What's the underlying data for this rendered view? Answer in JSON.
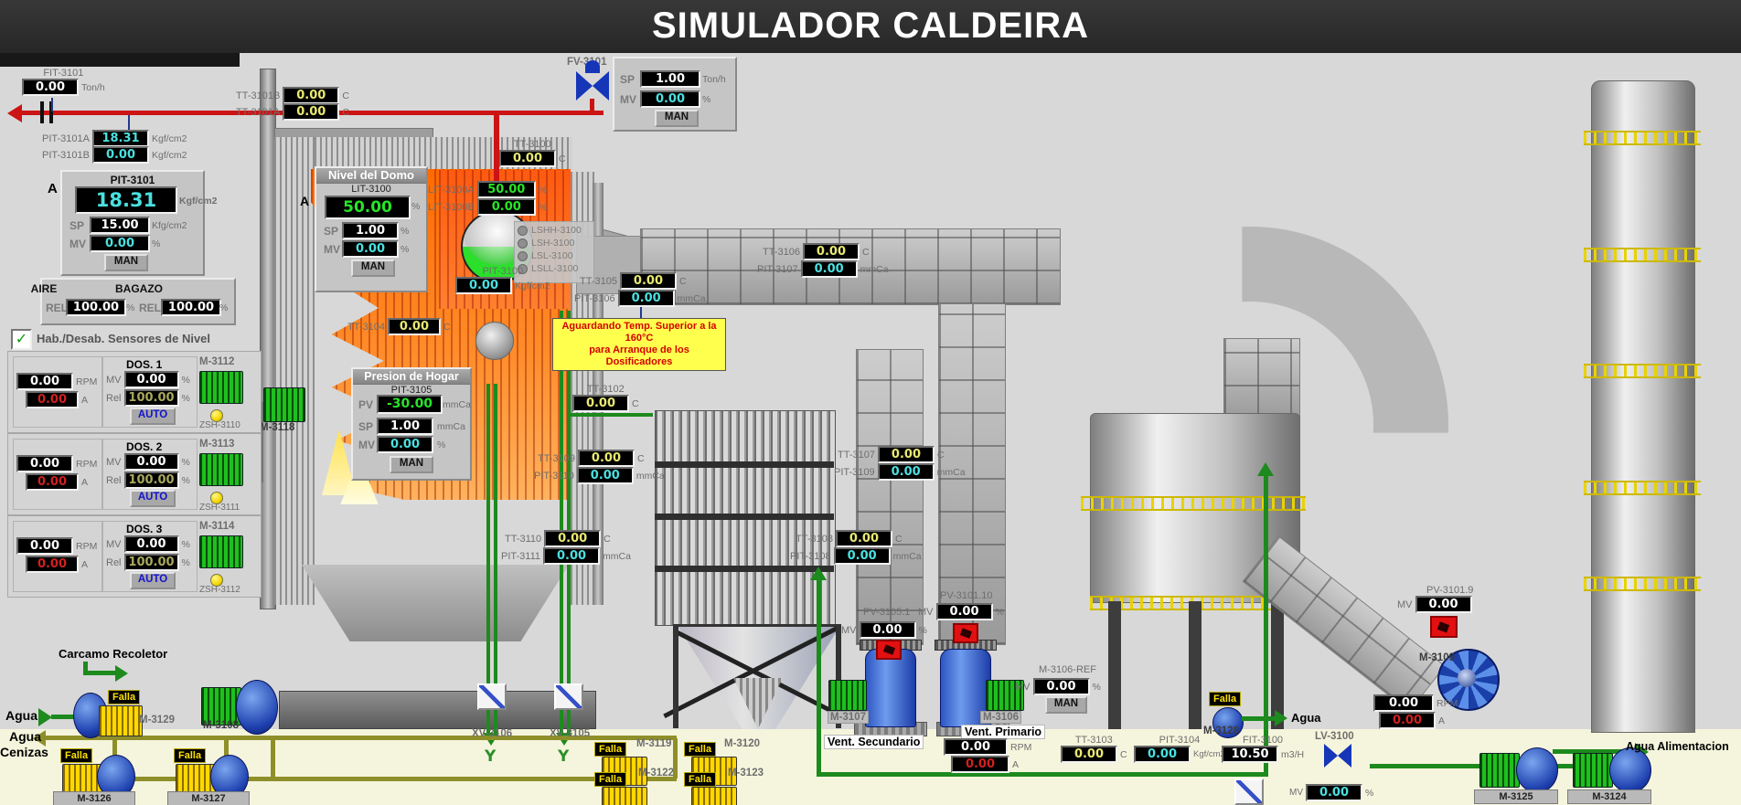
{
  "title": "SIMULADOR CALDEIRA",
  "colors": {
    "cyan_value": "#4ae0e0",
    "yellow_value": "#e9e973",
    "green_value": "#28e428",
    "red_value": "#d02020",
    "white_value": "#ffffff",
    "olive_value": "#a8a85c",
    "warning_bg": "#ffff4e",
    "warning_text": "#d40000",
    "pipe_green": "#1d8a1d",
    "pipe_red": "#cc1414",
    "pipe_olive": "#8f8f2a"
  },
  "btn": {
    "man": "MAN",
    "auto": "AUTO"
  },
  "m": {
    "fit3101": {
      "l": "FIT-3101",
      "v": "0.00",
      "u": "Ton/h"
    },
    "pit3101a": {
      "l": "PIT-3101A",
      "v": "18.31",
      "u": "Kgf/cm2"
    },
    "pit3101b": {
      "l": "PIT-3101B",
      "v": "0.00",
      "u": "Kgf/cm2"
    },
    "tt3101b": {
      "l": "TT-3101B",
      "v": "0.00",
      "u": "C"
    },
    "tt3101a": {
      "l": "TT-3101A",
      "v": "0.00",
      "u": "C"
    },
    "tt3100": {
      "l": "TT-3100",
      "v": "0.00",
      "u": "C"
    },
    "lit3100a": {
      "l": "LIT-3100A",
      "v": "50.00",
      "u": "%"
    },
    "lit3100b": {
      "l": "LIT-3100B",
      "v": "0.00",
      "u": "%"
    },
    "pit3100": {
      "l": "PIT-3100",
      "v": "0.00",
      "u": "Kgf/cm2"
    },
    "tt3104": {
      "l": "TT-3104",
      "v": "0.00",
      "u": "C"
    },
    "tt3105": {
      "l": "TT-3105",
      "v": "0.00",
      "u": "C"
    },
    "pit3106": {
      "l": "PIT-3106",
      "v": "0.00",
      "u": "mmCa"
    },
    "tt3106": {
      "l": "TT-3106",
      "v": "0.00",
      "u": "C"
    },
    "pit3107": {
      "l": "PIT-3107",
      "v": "0.00",
      "u": "mmCa"
    },
    "tt3102": {
      "l": "TT-3102",
      "v": "0.00",
      "u": "C"
    },
    "tt3109": {
      "l": "TT-3109",
      "v": "0.00",
      "u": "C"
    },
    "pit3110": {
      "l": "PIT-3110",
      "v": "0.00",
      "u": "mmCa"
    },
    "tt3110": {
      "l": "TT-3110",
      "v": "0.00",
      "u": "C"
    },
    "pit3111": {
      "l": "PIT-3111",
      "v": "0.00",
      "u": "mmCa"
    },
    "tt3107": {
      "l": "TT-3107",
      "v": "0.00",
      "u": "C"
    },
    "pit3109": {
      "l": "PIT-3109",
      "v": "0.00",
      "u": "mmCa"
    },
    "tt3108": {
      "l": "TT-3108",
      "v": "0.00",
      "u": "C"
    },
    "pit3108": {
      "l": "PIT-3108",
      "v": "0.00",
      "u": "mmCa"
    },
    "tt3103": {
      "l": "TT-3103",
      "v": "0.00",
      "u": "C"
    },
    "pit3104": {
      "l": "PIT-3104",
      "v": "0.00",
      "u": "Kgf/cm2"
    },
    "fit3100": {
      "l": "FIT-3100",
      "v": "10.50",
      "u": "m3/H"
    },
    "lv3100mv": {
      "l": "MV",
      "v": "0.00",
      "u": "%"
    },
    "pv3105_1": {
      "l": "PV-3105.1",
      "mv": "MV",
      "v": "0.00",
      "u": "%"
    },
    "pv3101_10": {
      "l": "PV-3101.10",
      "mv": "MV",
      "v": "0.00",
      "u": "%"
    },
    "pv3101_9": {
      "l": "PV-3101.9",
      "mv": "MV",
      "v": "0.00",
      "u": "%"
    },
    "vprim_rpm": {
      "v": "0.00",
      "u": "RPM"
    },
    "vprim_a": {
      "v": "0.00",
      "u": "A"
    },
    "m3109_rpm": {
      "v": "0.00",
      "u": "RPM"
    },
    "m3109_a": {
      "v": "0.00",
      "u": "A"
    }
  },
  "panels": {
    "fv3101": {
      "valve": "FV-3101",
      "sp_l": "SP",
      "sp": "1.00",
      "sp_u": "Ton/h",
      "mv_l": "MV",
      "mv": "0.00",
      "mv_u": "%"
    },
    "pit3101": {
      "title": "PIT-3101",
      "a": "A",
      "pv": "18.31",
      "pv_u": "Kgf/cm2",
      "sp_l": "SP",
      "sp": "15.00",
      "sp_u": "Kfg/cm2",
      "mv_l": "MV",
      "mv": "0.00",
      "mv_u": "%"
    },
    "relacao": {
      "aire": "AIRE",
      "bagazo": "BAGAZO",
      "rel": "REL",
      "aire_v": "100.00",
      "bagazo_v": "100.00",
      "u": "%"
    },
    "domo": {
      "title": "Nivel del Domo",
      "a": "A",
      "tag": "LIT-3100",
      "pv": "50.00",
      "pv_u": "%",
      "sp_l": "SP",
      "sp": "1.00",
      "sp_u": "%",
      "mv_l": "MV",
      "mv": "0.00",
      "mv_u": "%"
    },
    "hogar": {
      "title": "Presion de Hogar",
      "tag": "PIT-3105",
      "pv_l": "PV",
      "pv": "-30.00",
      "pv_u": "mmCa",
      "sp_l": "SP",
      "sp": "1.00",
      "sp_u": "mmCa",
      "mv_l": "MV",
      "mv": "0.00",
      "mv_u": "%"
    },
    "m3106ref": {
      "title": "M-3106-REF",
      "mv_l": "MV",
      "mv": "0.00",
      "mv_u": "%"
    }
  },
  "dos": {
    "checkbox": "Hab./Desab. Sensores de Nivel",
    "items": [
      {
        "title": "DOS. 1",
        "rpm": "0.00",
        "rpm_u": "RPM",
        "amp": "0.00",
        "amp_u": "A",
        "mv_l": "MV",
        "mv": "0.00",
        "rel_l": "Rel",
        "rel": "100.00",
        "u": "%",
        "motor": "M-3112",
        "zsh": "ZSH-3110"
      },
      {
        "title": "DOS. 2",
        "rpm": "0.00",
        "rpm_u": "RPM",
        "amp": "0.00",
        "amp_u": "A",
        "mv_l": "MV",
        "mv": "0.00",
        "rel_l": "Rel",
        "rel": "100.00",
        "u": "%",
        "motor": "M-3113",
        "zsh": "ZSH-3111"
      },
      {
        "title": "DOS. 3",
        "rpm": "0.00",
        "rpm_u": "RPM",
        "amp": "0.00",
        "amp_u": "A",
        "mv_l": "MV",
        "mv": "0.00",
        "rel_l": "Rel",
        "rel": "100.00",
        "u": "%",
        "motor": "M-3114",
        "zsh": "ZSH-3112"
      }
    ]
  },
  "ls": [
    "LSHH-3100",
    "LSH-3100",
    "LSL-3100",
    "LSLL-3100"
  ],
  "warning": {
    "line1": "Aguardando Temp. Superior a la 160°C",
    "line2": "para Arranque de los Dosificadores"
  },
  "labels": {
    "carcamo": "Carcamo Recoletor",
    "agua": "Agua",
    "cenizas": "Cenizas",
    "agua2": "Agua",
    "agua_alim": "Agua Alimentacion",
    "vent_sec": "Vent. Secundario",
    "vent_prim": "Vent. Primario",
    "falla": "Falla"
  },
  "equip": {
    "m3129": "M-3129",
    "m3108": "M-3108",
    "m3126": "M-3126",
    "m3127": "M-3127",
    "m3118": "M-3118",
    "m3119": "M-3119",
    "m3122": "M-3122",
    "m3120": "M-3120",
    "m3123": "M-3123",
    "m3107": "M-3107",
    "m3106": "M-3106",
    "m3128": "M-3128",
    "m3109": "M-3109",
    "m3125": "M-3125",
    "m3124": "M-3124",
    "xv3106": "XV-3106",
    "xv3105": "XV-3105",
    "lv3100": "LV-3100",
    "fv3101": "FV-3101"
  }
}
